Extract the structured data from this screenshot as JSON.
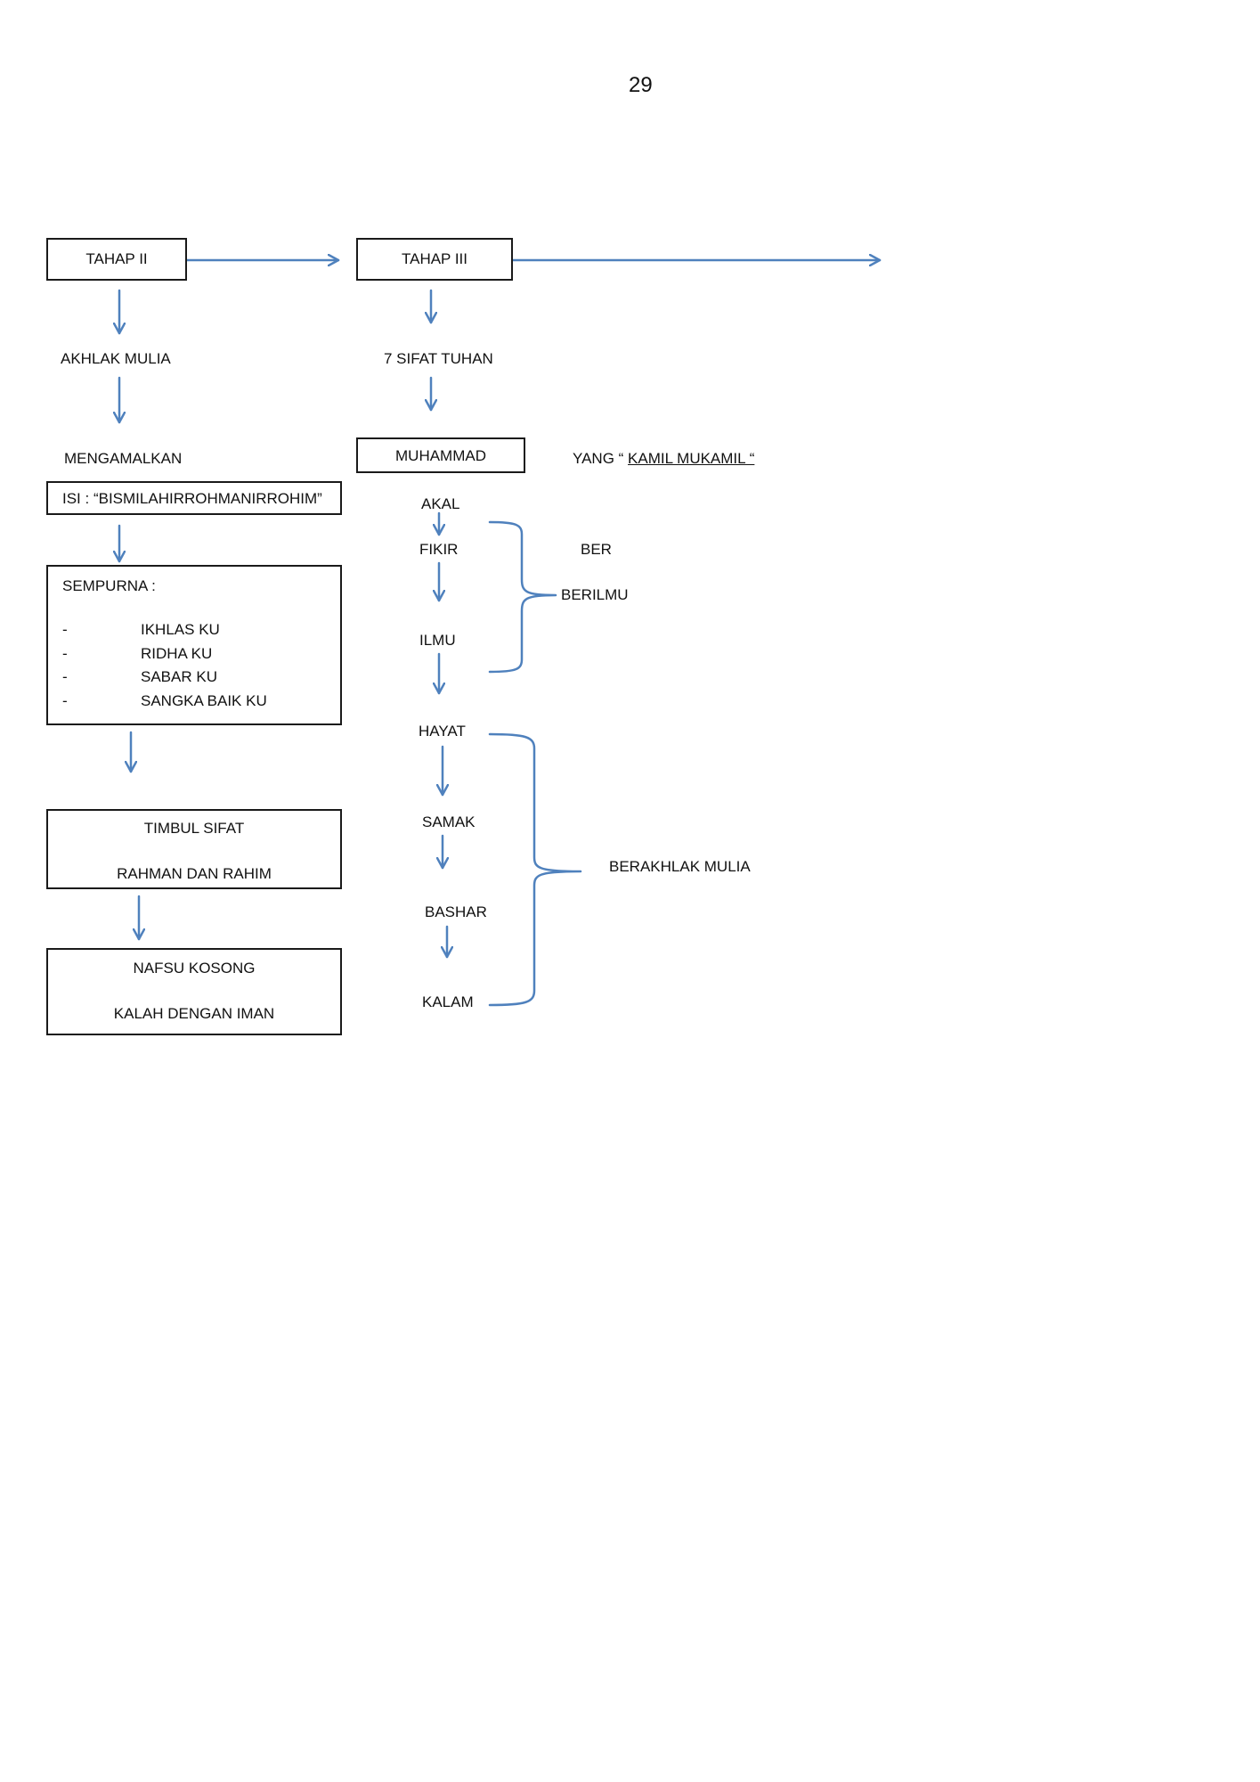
{
  "page_number": "29",
  "left_column": {
    "tahap": "TAHAP II",
    "akhlak": "AKHLAK MULIA",
    "mengamalkan": "MENGAMALKAN",
    "isi": "ISI : “BISMILAHIRROHMANIRROHIM”",
    "sempurna": {
      "title": "SEMPURNA :",
      "bullet": "-",
      "items": [
        "IKHLAS KU",
        "RIDHA KU",
        "SABAR KU",
        "SANGKA BAIK KU"
      ]
    },
    "timbul": {
      "line1": "TIMBUL SIFAT",
      "line2": "RAHMAN DAN RAHIM"
    },
    "nafsu": {
      "line1": "NAFSU KOSONG",
      "line2": "KALAH DENGAN IMAN"
    }
  },
  "middle_column": {
    "tahap": "TAHAP III",
    "sifat": "7 SIFAT TUHAN",
    "muhammad": "MUHAMMAD",
    "steps": [
      "AKAL",
      "FIKIR",
      "ILMU",
      "HAYAT",
      "SAMAK",
      "BASHAR",
      "KALAM"
    ]
  },
  "right_column": {
    "yang_prefix": "YANG “",
    "kamil": "KAMIL MUKAMIL “",
    "ber": "BER",
    "berilmu": "BERILMU",
    "berakhlak": "BERAKHLAK MULIA"
  },
  "colors": {
    "arrow": "#4f81bd",
    "box_border": "#1a1a1a"
  }
}
